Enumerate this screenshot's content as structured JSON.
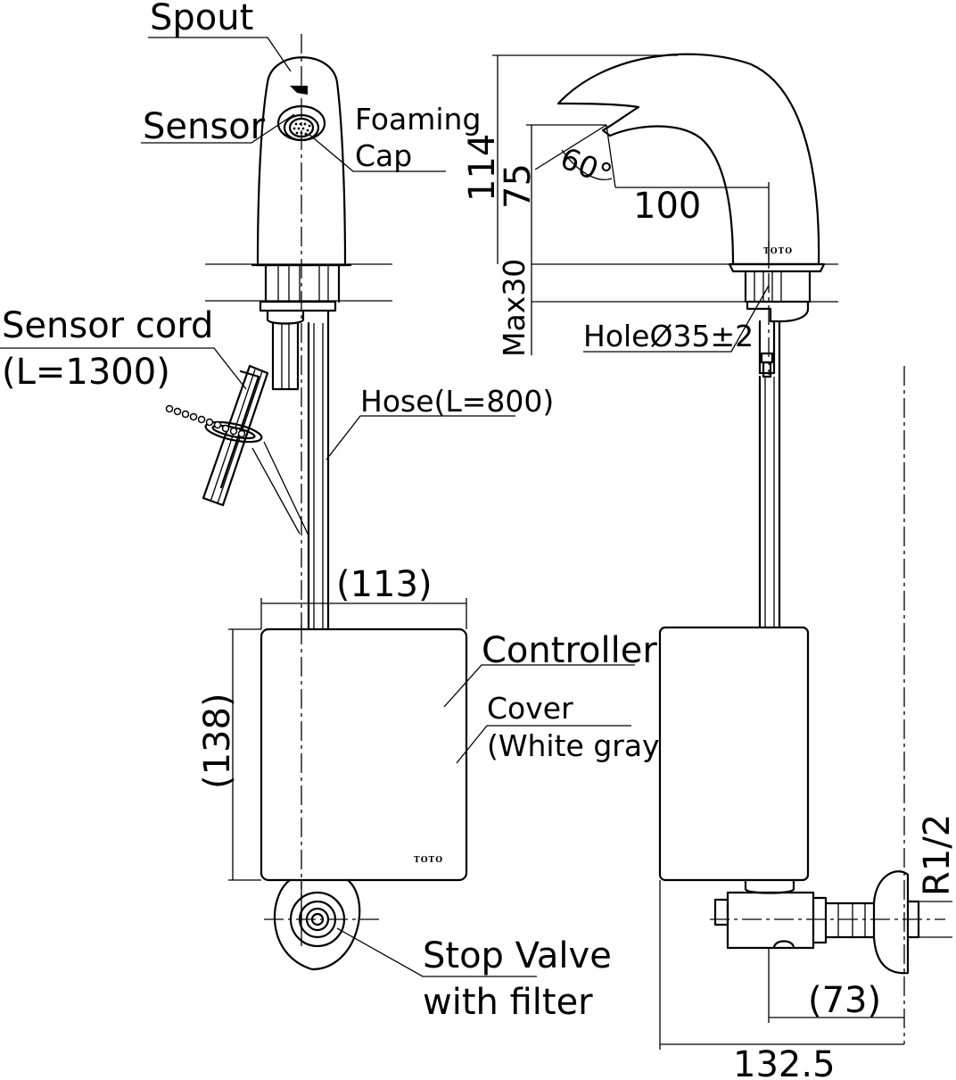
{
  "labels": {
    "spout": "Spout",
    "sensor": "Sensor",
    "foaming_cap_line1": "Foaming",
    "foaming_cap_line2": "Cap",
    "sensor_cord_line1": "Sensor cord",
    "sensor_cord_line2": "(L=1300)",
    "hose": "Hose(L=800)",
    "controller": "Controller",
    "cover_line1": "Cover",
    "cover_line2": "(White gray)",
    "stop_valve_line1": "Stop Valve",
    "stop_valve_line2": "with filter",
    "hole": "HoleØ35±2",
    "logo": "TOTO"
  },
  "dimensions": {
    "width_113": "(113)",
    "height_138": "(138)",
    "height_114": "114",
    "height_75": "75",
    "angle_60": "60°",
    "reach_100": "100",
    "max_30": "Max30",
    "depth_73": "(73)",
    "depth_132_5": "132.5",
    "thread_r12": "R1/2"
  }
}
